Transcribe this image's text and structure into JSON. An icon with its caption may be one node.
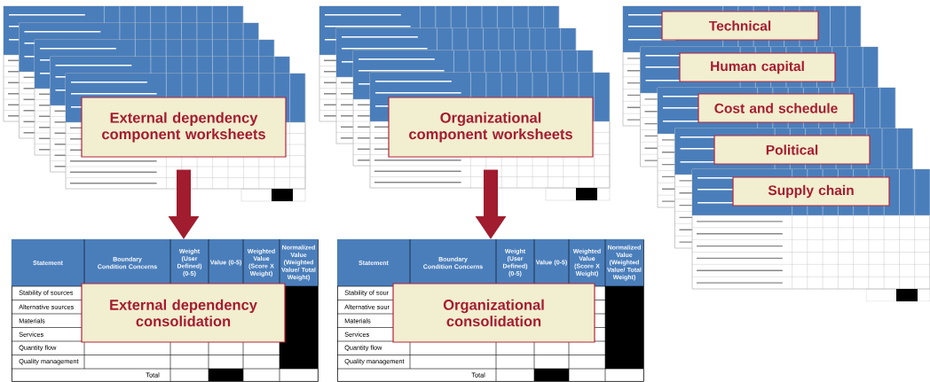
{
  "diagram": {
    "nodes": [
      {
        "text": [
          "External dependency component worksheets"
        ]
      },
      {
        "text": [
          "Organizational component worksheets"
        ]
      },
      {
        "text": [
          "Technical"
        ]
      },
      {
        "text": [
          "Human capital"
        ]
      },
      {
        "text": [
          "Cost and schedule"
        ]
      },
      {
        "text": [
          "Political"
        ]
      },
      {
        "text": [
          "Supply chain"
        ]
      },
      {
        "text": [
          "Statement",
          "Boundary Condition Concerns",
          "Weight (User Defined) (0-5)",
          "Value (0-5)",
          "Weighted Value (Score X Weight)",
          "Normalized Value (Weighted Value/ Total Weight)",
          "Stability of sources",
          "Alternative sources",
          "Materials",
          "Services",
          "Quantity flow",
          "Quality management",
          "Total"
        ]
      },
      {
        "text": [
          "External dependency consolidation"
        ],
        "in": 7
      },
      {
        "text": [
          "Statement",
          "Boundary Condition Concerns",
          "Weight (User Defined) (0-5)",
          "Value (0-5)",
          "Weighted Value (Score X Weight)",
          "Normalized Value (Weighted Value/ Total Weight)",
          "Stability of sour",
          "Alternative sour",
          "Materials",
          "Services",
          "Quantity flow",
          "Quality management",
          "Total"
        ]
      },
      {
        "text": [
          "Organizational consolidation"
        ],
        "in": 9
      }
    ],
    "edges": [
      {
        "from": 0,
        "to": 7,
        "arrow": "to"
      },
      {
        "from": 1,
        "to": 9,
        "arrow": "to"
      }
    ]
  }
}
